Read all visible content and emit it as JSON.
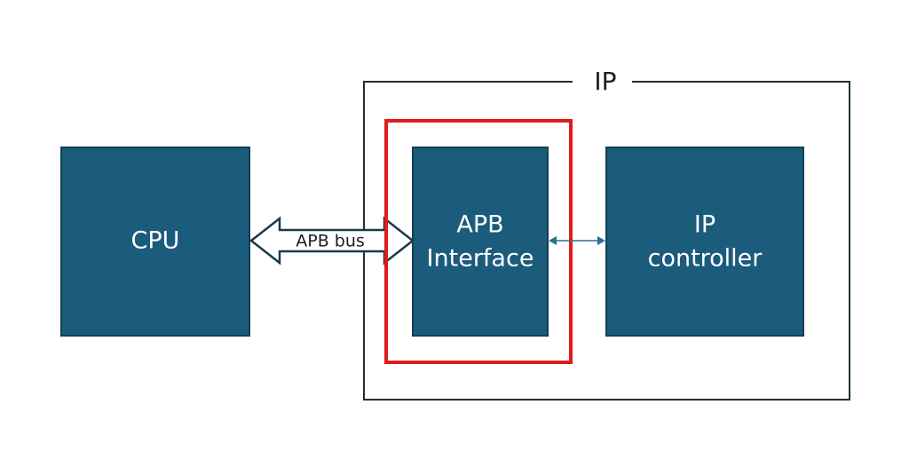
{
  "colors": {
    "block_fill": "#1b5b7c",
    "block_stroke": "#133f57",
    "frame_stroke": "#1f2f3a",
    "highlight": "#e01b1b",
    "arrow_stroke": "#1a3b4d",
    "link": "#2a6f95"
  },
  "blocks": {
    "cpu": {
      "label": "CPU"
    },
    "apb_interface": {
      "line1": "APB",
      "line2": "Interface"
    },
    "ip_controller": {
      "line1": "IP",
      "line2": "controller"
    }
  },
  "ip_group": {
    "title": "IP"
  },
  "bus": {
    "label": "APB bus"
  }
}
